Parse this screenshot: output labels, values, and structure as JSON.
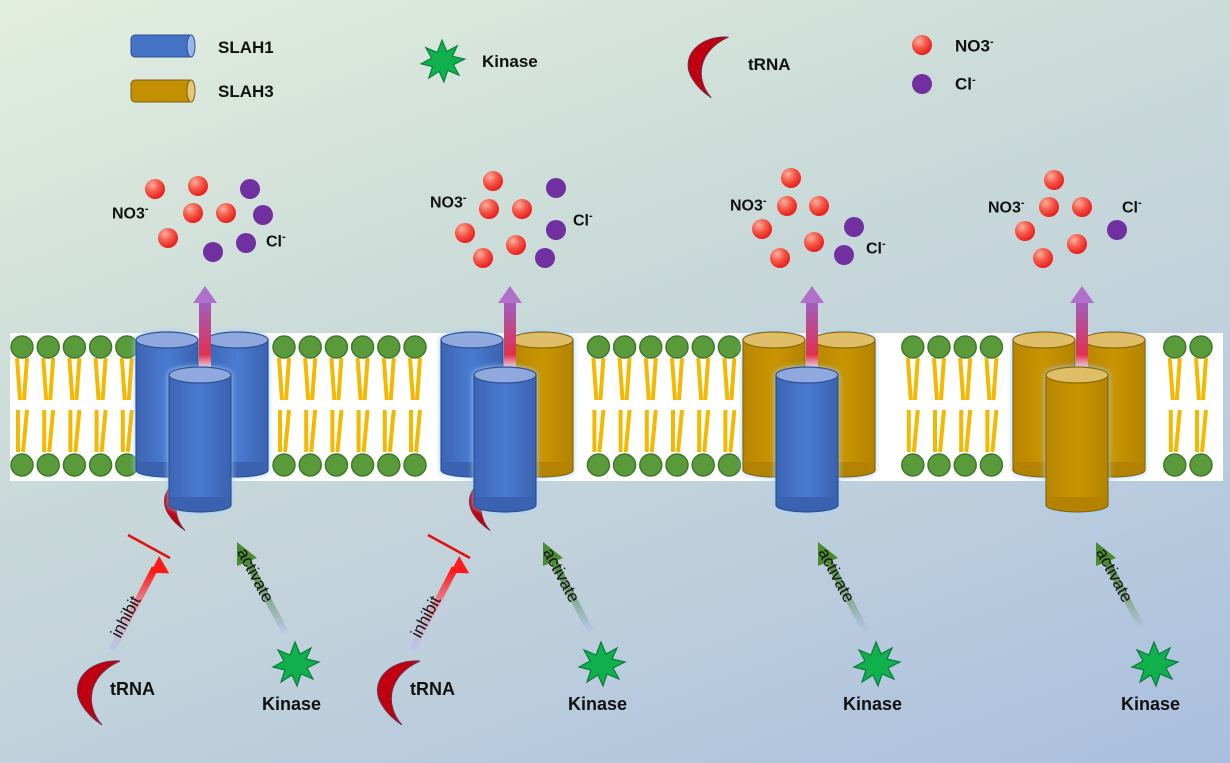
{
  "legend": {
    "slah1": "SLAH1",
    "slah3": "SLAH3",
    "kinase": "Kinase",
    "trna": "tRNA",
    "no3": "NO3",
    "no3_charge": "-",
    "cl": "Cl",
    "cl_charge": "-"
  },
  "colors": {
    "slah1": "#4472c4",
    "slah3": "#c49000",
    "kinase": "#10b050",
    "trna": "#c00010",
    "no3": "#f04040",
    "cl": "#7030a0",
    "lipid_head": "#5a9a3a",
    "lipid_tail": "#f5b800"
  },
  "panels": [
    {
      "id": 1,
      "channel_outer": "SLAH1",
      "channel_inner": "SLAH1",
      "trna_bound": true,
      "no3_count": 5,
      "cl_count": 4,
      "regulators": [
        {
          "agent": "tRNA",
          "action": "inhibit"
        },
        {
          "agent": "Kinase",
          "action": "activate"
        }
      ]
    },
    {
      "id": 2,
      "channel_outer": "SLAH1+SLAH3",
      "channel_inner": "SLAH1",
      "trna_bound": true,
      "no3_count": 6,
      "cl_count": 3,
      "regulators": [
        {
          "agent": "tRNA",
          "action": "inhibit"
        },
        {
          "agent": "Kinase",
          "action": "activate"
        }
      ]
    },
    {
      "id": 3,
      "channel_outer": "SLAH3",
      "channel_inner": "SLAH1",
      "trna_bound": false,
      "no3_count": 6,
      "cl_count": 2,
      "regulators": [
        {
          "agent": "Kinase",
          "action": "activate"
        }
      ]
    },
    {
      "id": 4,
      "channel_outer": "SLAH3",
      "channel_inner": "SLAH3",
      "trna_bound": false,
      "no3_count": 6,
      "cl_count": 1,
      "regulators": [
        {
          "agent": "Kinase",
          "action": "activate"
        }
      ]
    }
  ],
  "text": {
    "inhibit": "inhibit",
    "activate": "activate",
    "trna": "tRNA",
    "kinase": "Kinase",
    "no3": "NO3",
    "cl": "Cl",
    "charge": "-"
  }
}
